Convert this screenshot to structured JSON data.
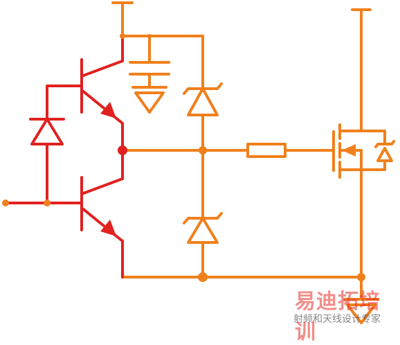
{
  "colors": {
    "driver": "#e0211f",
    "circuit": "#f0801c",
    "background": "#ffffff",
    "watermark_title": "#e4322b",
    "watermark_sub": "#555555"
  },
  "components": [
    {
      "id": "q-upper",
      "type": "npn-transistor"
    },
    {
      "id": "q-lower",
      "type": "npn-transistor"
    },
    {
      "id": "d-base",
      "type": "diode"
    },
    {
      "id": "c-supply",
      "type": "capacitor"
    },
    {
      "id": "gnd-cap",
      "type": "ground"
    },
    {
      "id": "d-zener-upper",
      "type": "zener-diode"
    },
    {
      "id": "d-zener-lower",
      "type": "zener-diode"
    },
    {
      "id": "r-gate",
      "type": "resistor"
    },
    {
      "id": "m-nmos",
      "type": "n-channel-mosfet"
    },
    {
      "id": "d-body",
      "type": "body-diode"
    },
    {
      "id": "gnd-source",
      "type": "ground"
    }
  ],
  "watermark": {
    "title": "易迪拓培训",
    "subtitle": "射频和天线设计专家"
  }
}
